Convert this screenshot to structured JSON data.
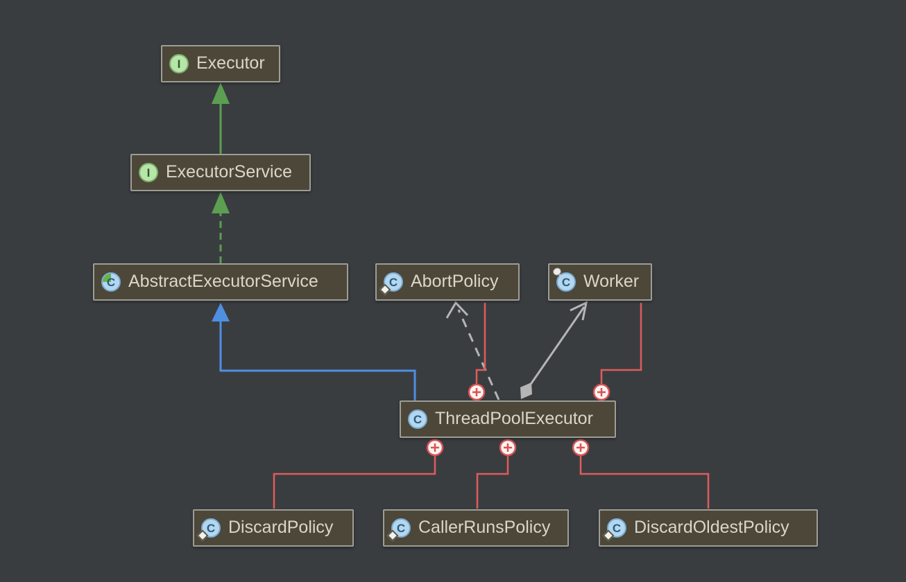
{
  "diagram": {
    "tool": "uml-class-diagram",
    "nodes": [
      {
        "id": "executor",
        "label": "Executor",
        "kind": "interface",
        "icon_letter": "I"
      },
      {
        "id": "executor-service",
        "label": "ExecutorService",
        "kind": "interface",
        "icon_letter": "I"
      },
      {
        "id": "abstract-executor-service",
        "label": "AbstractExecutorService",
        "kind": "abstract-class",
        "icon_letter": "C"
      },
      {
        "id": "abort-policy",
        "label": "AbortPolicy",
        "kind": "static-nested-class",
        "icon_letter": "C"
      },
      {
        "id": "worker",
        "label": "Worker",
        "kind": "pinned-nested-class",
        "icon_letter": "C"
      },
      {
        "id": "thread-pool-executor",
        "label": "ThreadPoolExecutor",
        "kind": "class",
        "icon_letter": "C"
      },
      {
        "id": "discard-policy",
        "label": "DiscardPolicy",
        "kind": "static-nested-class",
        "icon_letter": "C"
      },
      {
        "id": "caller-runs-policy",
        "label": "CallerRunsPolicy",
        "kind": "static-nested-class",
        "icon_letter": "C"
      },
      {
        "id": "discard-oldest-policy",
        "label": "DiscardOldestPolicy",
        "kind": "static-nested-class",
        "icon_letter": "C"
      }
    ],
    "edges": [
      {
        "from": "executor-service",
        "to": "executor",
        "type": "extends",
        "style": "solid-green-filled-triangle"
      },
      {
        "from": "abstract-executor-service",
        "to": "executor-service",
        "type": "implements",
        "style": "dashed-green-filled-triangle"
      },
      {
        "from": "thread-pool-executor",
        "to": "abstract-executor-service",
        "type": "extends",
        "style": "solid-blue-filled-triangle"
      },
      {
        "from": "thread-pool-executor",
        "to": "abort-policy",
        "type": "dependency",
        "style": "dashed-gray-open-arrow"
      },
      {
        "from": "thread-pool-executor",
        "to": "worker",
        "type": "aggregation",
        "style": "solid-gray-open-arrow-filled-diamond"
      },
      {
        "from": "abort-policy",
        "to": "thread-pool-executor",
        "type": "inner-class",
        "style": "red-line-plus-badge"
      },
      {
        "from": "worker",
        "to": "thread-pool-executor",
        "type": "inner-class",
        "style": "red-line-plus-badge"
      },
      {
        "from": "thread-pool-executor",
        "to": "discard-policy",
        "type": "inner-class",
        "style": "red-line-plus-badge"
      },
      {
        "from": "thread-pool-executor",
        "to": "caller-runs-policy",
        "type": "inner-class",
        "style": "red-line-plus-badge"
      },
      {
        "from": "thread-pool-executor",
        "to": "discard-oldest-policy",
        "type": "inner-class",
        "style": "red-line-plus-badge"
      }
    ],
    "colors": {
      "background": "#3a3d40",
      "node_fill": "#4c4739",
      "node_border": "#9e9e96",
      "node_text": "#dad6c8",
      "edge_extends_green": "#5c9e52",
      "edge_extends_blue": "#4f8fe2",
      "edge_dependency_gray": "#b5b5b5",
      "edge_inner_red": "#e05c5c",
      "plus_badge_fill": "#fbf3f2",
      "interface_icon_fill": "#b6e5a7",
      "class_icon_fill": "#b3d7f0",
      "abstract_quarter_green": "#67b447"
    }
  }
}
